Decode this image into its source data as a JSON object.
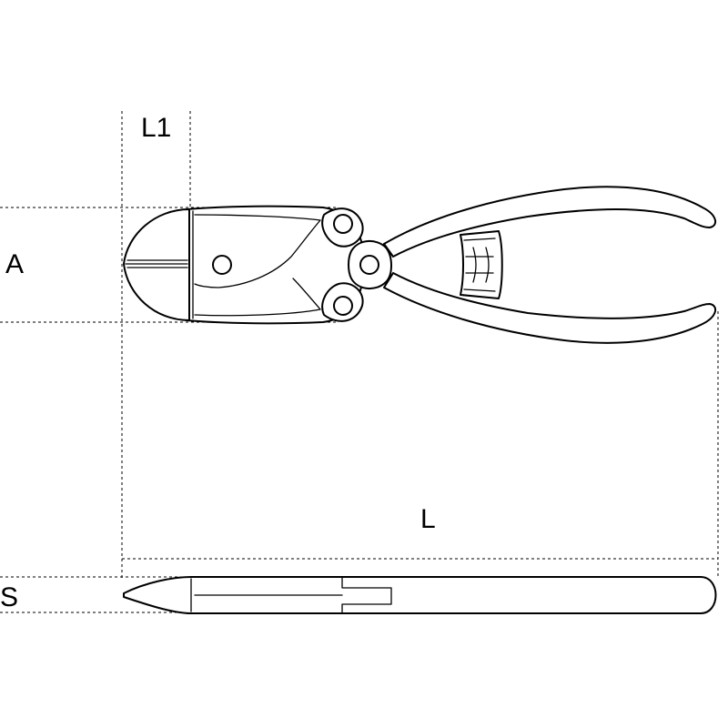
{
  "dimensions": {
    "L1": "L1",
    "A": "A",
    "L": "L",
    "S": "S"
  },
  "colors": {
    "line": "#000000",
    "background": "#ffffff"
  }
}
